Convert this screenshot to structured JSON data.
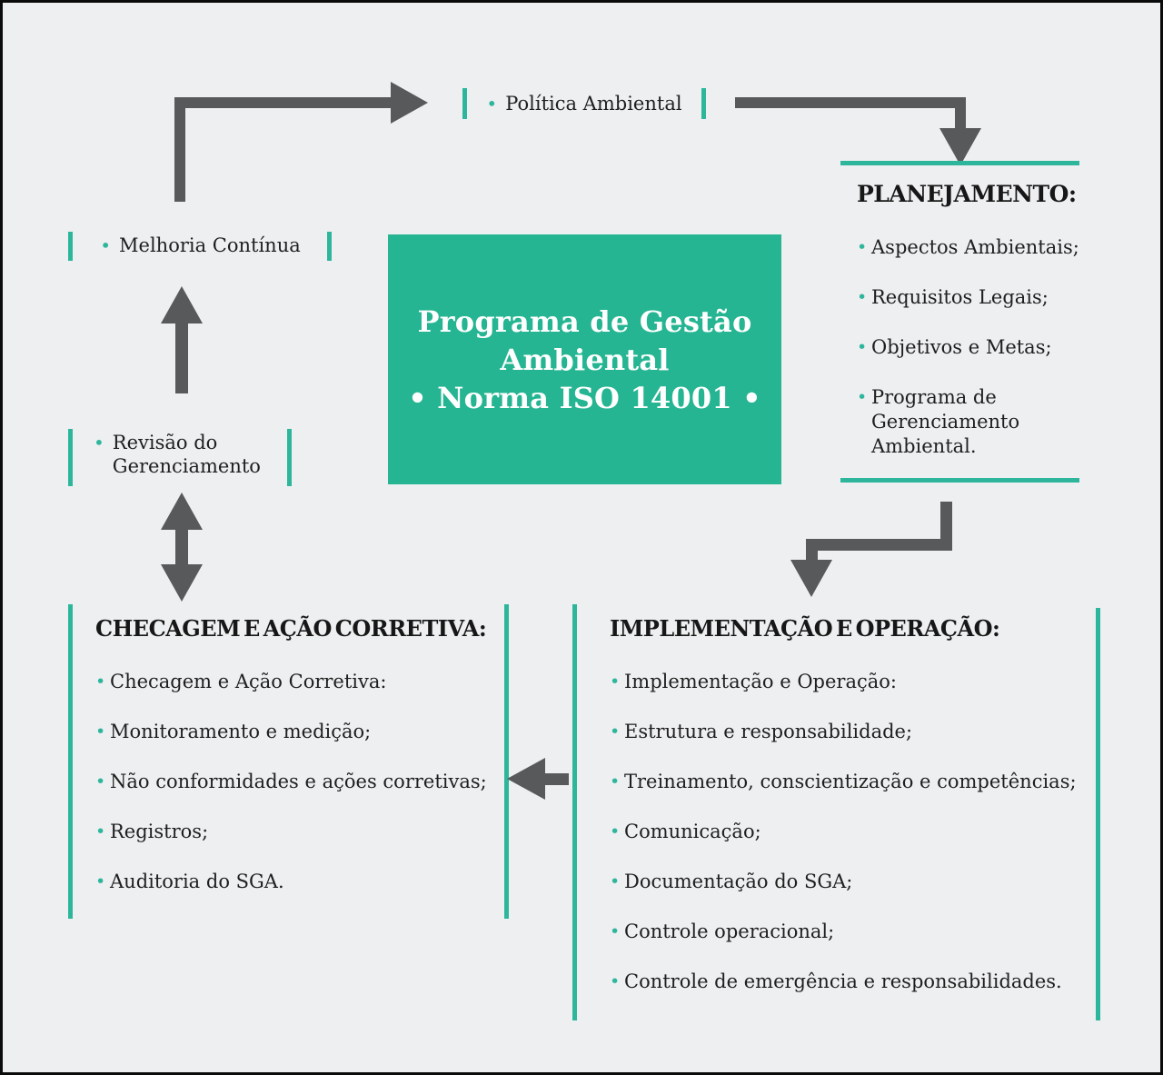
{
  "title": "Programa de Gestão Ambiental - Norma ISO 14001 (diagrama PDCA)",
  "colors": {
    "teal": "#2eb69c",
    "box": "#26b592",
    "arrow": "#58595b",
    "ink": "#1f1f1f",
    "bg": "#edeff0"
  },
  "icons": {
    "bullet": "•"
  },
  "center_box": {
    "line1": "Programa de Gestão",
    "line2": "Ambiental",
    "line3": "• Norma ISO 14001 •"
  },
  "nodes": {
    "politica": {
      "label": "Política Ambiental"
    },
    "melhoria": {
      "label": "Melhoria Contínua"
    },
    "revisao": {
      "line1": "Revisão do",
      "line2": "Gerenciamento"
    }
  },
  "planejamento": {
    "title": "PLANEJAMENTO:",
    "items": [
      "Aspectos Ambientais;",
      "Requisitos Legais;",
      "Objetivos e Metas;",
      "Programa de Gerenciamento Ambiental."
    ]
  },
  "checagem": {
    "title": "CHECAGEM E AÇÃO CORRETIVA:",
    "items": [
      "Checagem e Ação Corretiva:",
      "Monitoramento e medição;",
      "Não conformidades e ações corretivas;",
      "Registros;",
      "Auditoria do SGA."
    ]
  },
  "implementacao": {
    "title": "IMPLEMENTAÇÃO E OPERAÇÃO:",
    "items": [
      "Implementação e Operação:",
      "Estrutura e responsabilidade;",
      "Treinamento, conscientização e competências;",
      "Comunicação;",
      "Documentação do SGA;",
      "Controle operacional;",
      "Controle de emergência e responsabilidades."
    ]
  }
}
